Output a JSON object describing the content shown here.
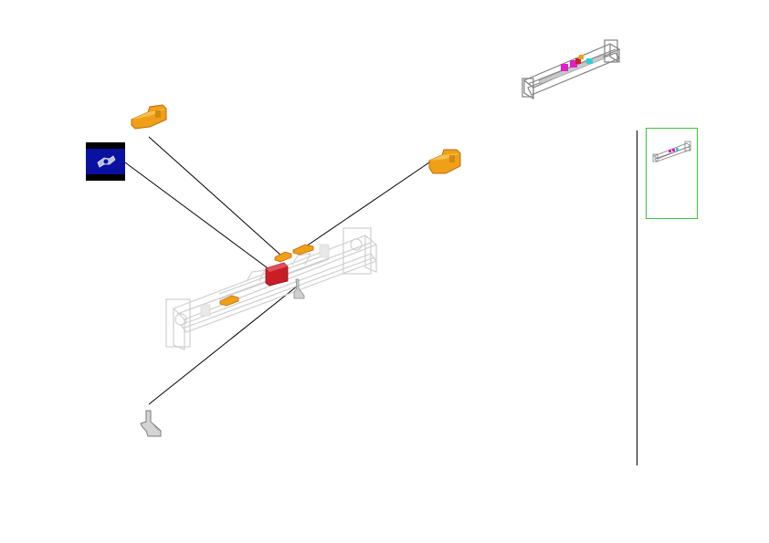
{
  "diagram": {
    "view": "exploded-parts-view",
    "colors": {
      "part_orange": "#f0a018",
      "part_orange_dark": "#b86e08",
      "highlight_red": "#c81e28",
      "assembly_gray": "#c8c8c8",
      "thumbnail_border": "#3bc43b",
      "icon_tile_blue": "#0a10a0",
      "magenta_part": "#e020c8",
      "cyan_part": "#30d0d0",
      "line": "#000000"
    },
    "parts": [
      {
        "name": "orange-bracket-top-left"
      },
      {
        "name": "blue-icon-tile"
      },
      {
        "name": "orange-bracket-top-right"
      },
      {
        "name": "gray-clip-bottom"
      }
    ]
  }
}
